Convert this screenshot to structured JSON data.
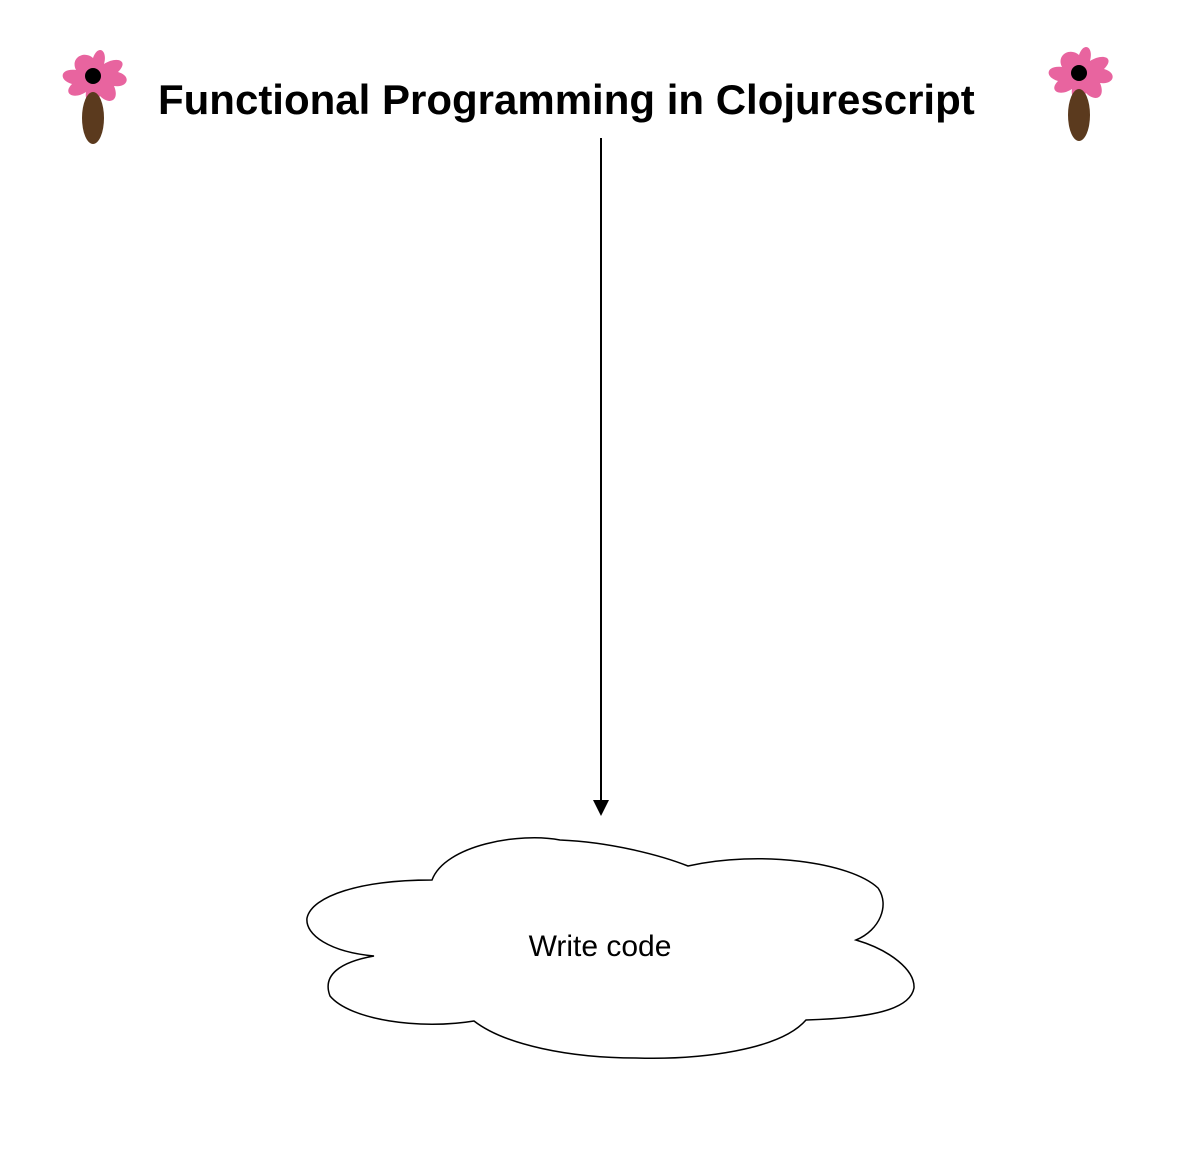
{
  "title": "Functional Programming in Clojurescript",
  "colors": {
    "flower_petals": "#e8649f",
    "flower_stem": "#5b3a1e",
    "flower_center": "#000000",
    "line": "#000000"
  },
  "icons": {
    "left": "flower-icon",
    "right": "flower-icon"
  },
  "nodes": [
    {
      "label": "Write code",
      "shape": "cloud"
    }
  ],
  "edges": [
    {
      "from": "title",
      "to": "Write code",
      "arrow": "end"
    }
  ]
}
